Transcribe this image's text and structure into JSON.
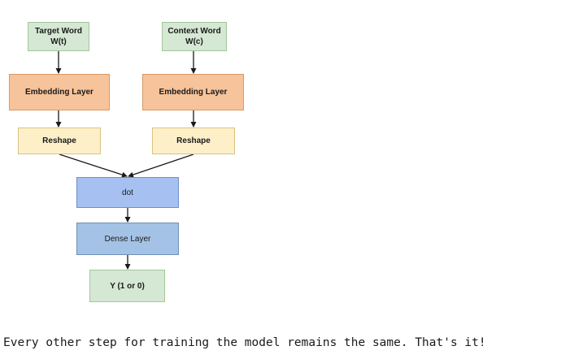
{
  "diagram": {
    "nodes": {
      "target_word": {
        "line1": "Target Word",
        "line2": "W(t)"
      },
      "context_word": {
        "line1": "Context Word",
        "line2": "W(c)"
      },
      "embedding_left": {
        "label": "Embedding Layer"
      },
      "embedding_right": {
        "label": "Embedding Layer"
      },
      "reshape_left": {
        "label": "Reshape"
      },
      "reshape_right": {
        "label": "Reshape"
      },
      "dot": {
        "label": "dot"
      },
      "dense": {
        "label": "Dense Layer"
      },
      "output": {
        "label": "Y (1 or 0)"
      }
    },
    "colors": {
      "input_fill": "#d5e8d4",
      "embedding_fill": "#f7c39a",
      "reshape_fill": "#fdf0c8",
      "dot_fill": "#a7c0f2",
      "dense_fill": "#a4c2e6",
      "output_fill": "#d5e8d4",
      "arrow": "#1a1a1a"
    }
  },
  "caption": "Every other step for training the model remains the same. That's it!"
}
